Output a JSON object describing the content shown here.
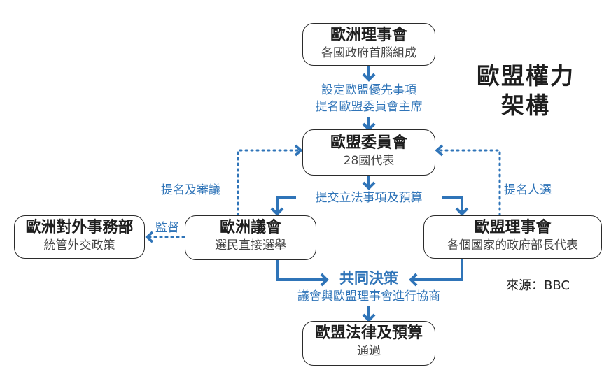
{
  "title": {
    "line1": "歐盟權力",
    "line2": "架構"
  },
  "source": "來源：BBC",
  "colors": {
    "accent": "#2f74b8",
    "border": "#2b2b2b",
    "text": "#1e1e1e"
  },
  "nodes": {
    "european_council": {
      "title": "歐洲理事會",
      "subtitle": "各國政府首腦組成"
    },
    "commission": {
      "title": "歐盟委員會",
      "subtitle": "28國代表"
    },
    "parliament": {
      "title": "歐洲議會",
      "subtitle": "選民直接選舉"
    },
    "eeas": {
      "title": "歐洲對外事務部",
      "subtitle": "統管外交政策"
    },
    "council_eu": {
      "title": "歐盟理事會",
      "subtitle": "各個國家的政府部長代表"
    },
    "law_budget": {
      "title": "歐盟法律及預算",
      "subtitle": "通過"
    }
  },
  "edge_labels": {
    "set_priorities": "設定歐盟優先事項",
    "nominate_president": "提名歐盟委員會主席",
    "submit_legislation": "提交立法事項及預算",
    "nominate_review": "提名及審議",
    "nominate_candidates": "提名人選",
    "supervise": "監督",
    "codecision": "共同決策",
    "negotiation": "議會與歐盟理事會進行協商"
  }
}
